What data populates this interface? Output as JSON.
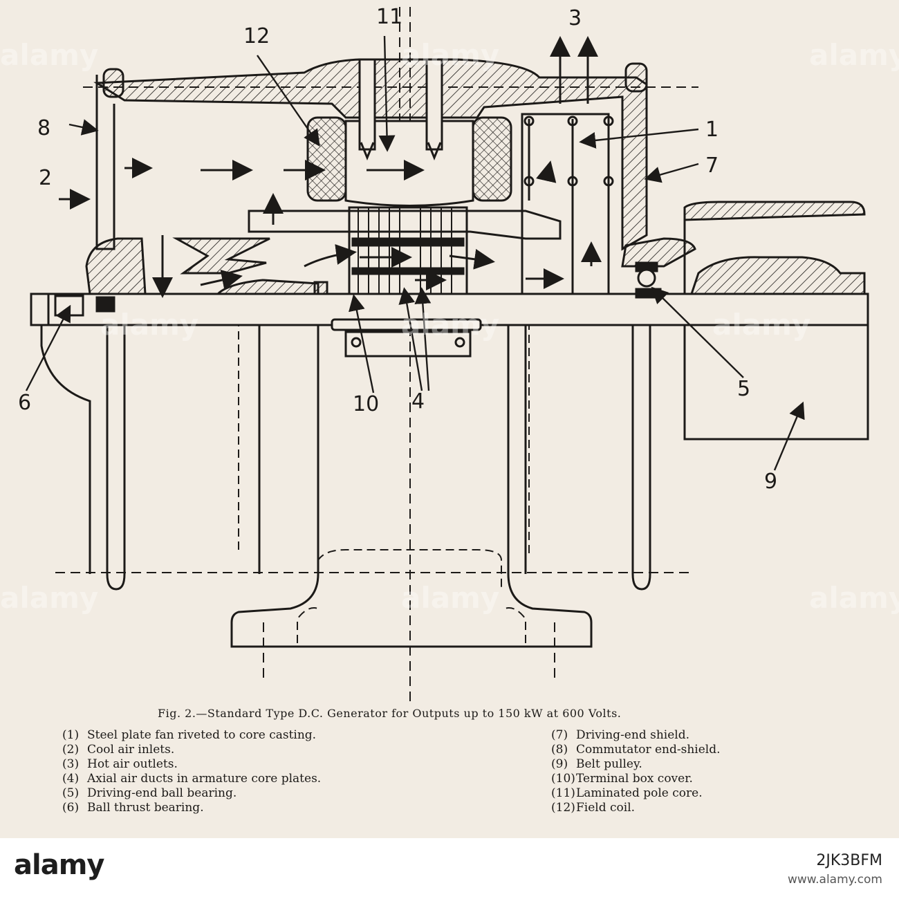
{
  "figure": {
    "caption": "Fig. 2.—Standard Type D.C. Generator for Outputs up to 150 kW at 600 Volts.",
    "callouts": [
      "1",
      "2",
      "3",
      "4",
      "5",
      "6",
      "7",
      "8",
      "9",
      "10",
      "11",
      "12"
    ]
  },
  "legend": {
    "left": [
      {
        "num": "(1)",
        "text": "Steel plate fan riveted to core casting."
      },
      {
        "num": "(2)",
        "text": "Cool air inlets."
      },
      {
        "num": "(3)",
        "text": "Hot air outlets."
      },
      {
        "num": "(4)",
        "text": "Axial air ducts in armature core plates."
      },
      {
        "num": "(5)",
        "text": "Driving-end ball bearing."
      },
      {
        "num": "(6)",
        "text": "Ball thrust bearing."
      }
    ],
    "right": [
      {
        "num": "(7)",
        "text": "Driving-end shield."
      },
      {
        "num": "(8)",
        "text": "Commutator end-shield."
      },
      {
        "num": "(9)",
        "text": "Belt pulley."
      },
      {
        "num": "(10)",
        "text": "Terminal box cover."
      },
      {
        "num": "(11)",
        "text": "Laminated pole core."
      },
      {
        "num": "(12)",
        "text": "Field coil."
      }
    ]
  },
  "watermark": {
    "logo": "alamy",
    "image_id": "2JK3BFM",
    "url": "www.alamy.com"
  },
  "colors": {
    "paper": "#f2ece3",
    "ink": "#1c1a18",
    "footer": "#ffffff"
  }
}
